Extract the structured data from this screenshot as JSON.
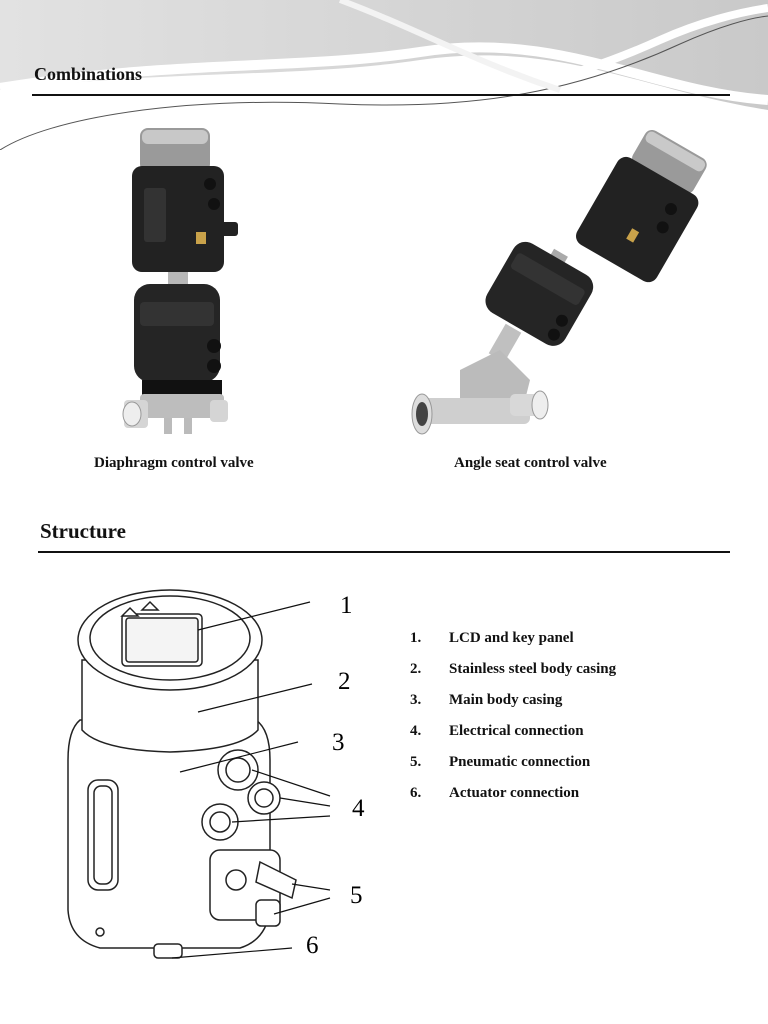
{
  "combinations": {
    "title": "Combinations",
    "items": [
      {
        "caption": "Diaphragm control valve"
      },
      {
        "caption": "Angle seat control valve"
      }
    ]
  },
  "structure": {
    "title": "Structure",
    "callouts": [
      "1",
      "2",
      "3",
      "4",
      "5",
      "6"
    ],
    "parts": [
      {
        "num": "1.",
        "label": "LCD and key panel"
      },
      {
        "num": "2.",
        "label": "Stainless steel body casing"
      },
      {
        "num": "3.",
        "label": "Main body casing"
      },
      {
        "num": "4.",
        "label": "Electrical connection"
      },
      {
        "num": "5.",
        "label": "Pneumatic connection"
      },
      {
        "num": "6.",
        "label": "Actuator connection"
      }
    ]
  }
}
